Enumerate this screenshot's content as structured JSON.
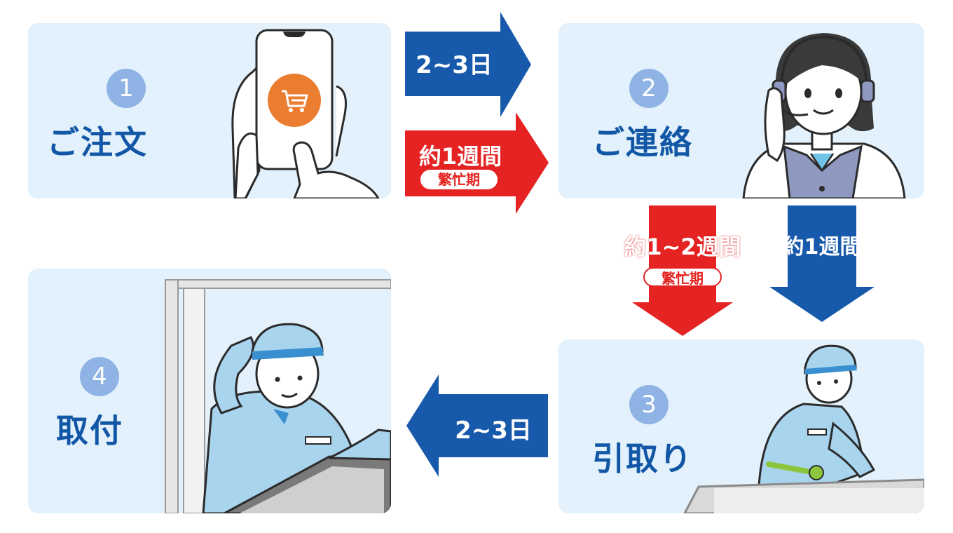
{
  "steps": [
    {
      "number": "1",
      "label": "ご注文"
    },
    {
      "number": "2",
      "label": "ご連絡"
    },
    {
      "number": "3",
      "label": "引取り"
    },
    {
      "number": "4",
      "label": "取付"
    }
  ],
  "arrows": {
    "order_to_contact_normal": {
      "label": "2~3日"
    },
    "order_to_contact_busy": {
      "label": "約1週間",
      "tag": "繁忙期"
    },
    "contact_to_pickup_busy": {
      "label": "約1~2週間",
      "tag": "繁忙期"
    },
    "contact_to_pickup_normal": {
      "label": "約1週間"
    },
    "pickup_to_install": {
      "label": "2~3日"
    }
  },
  "colors": {
    "blue": "#1759ab",
    "red": "#e42322",
    "card": "#e2f1fb",
    "badge": "#8fb3e4",
    "title": "#1257a6"
  }
}
